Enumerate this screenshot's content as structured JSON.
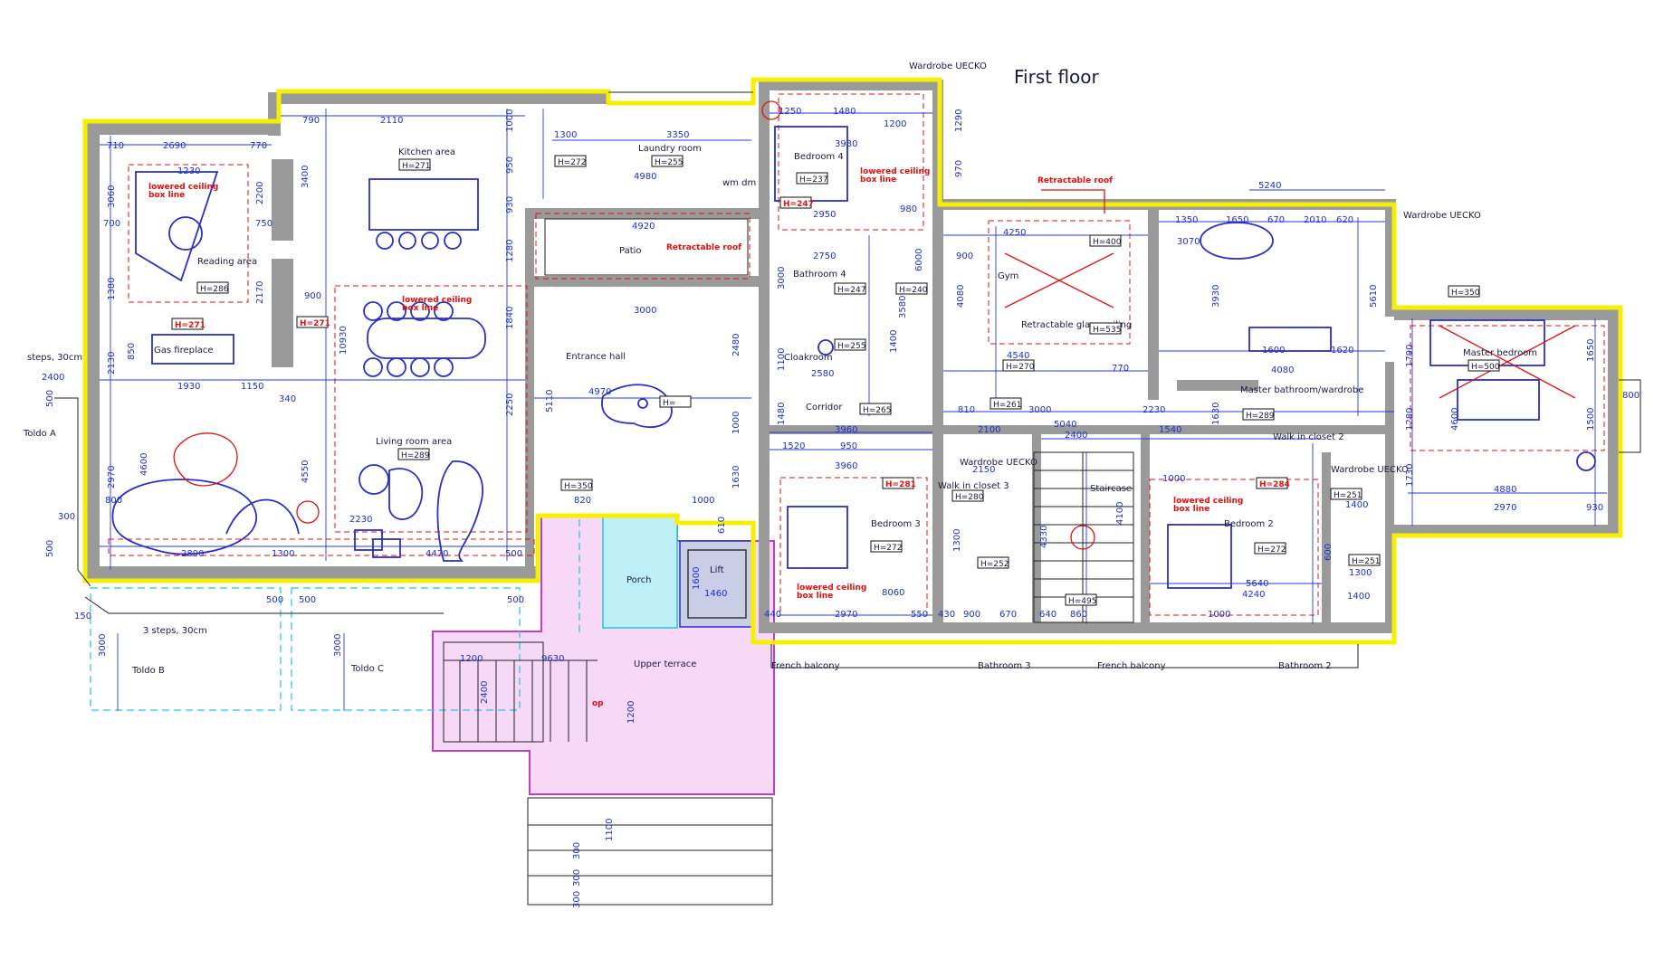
{
  "title": "First floor",
  "rooms": {
    "kitchen": "Kitchen area",
    "laundry": "Laundry room",
    "reading": "Reading area",
    "patio": "Patio",
    "entrance": "Entrance hall",
    "gas_fireplace": "Gas fireplace",
    "living": "Living room area",
    "porch": "Porch",
    "lift": "Lift",
    "upper_terrace": "Upper terrace",
    "bedroom4": "Bedroom 4",
    "bathroom4": "Bathroom 4",
    "cloakroom": "Cloakroom",
    "corridor": "Corridor",
    "bedroom3": "Bedroom 3",
    "walk_in_3": "Walk in closet 3",
    "staircase": "Staircase",
    "bedroom2": "Bedroom 2",
    "gym": "Gym",
    "retractable_glass": "Retractable glass ceiling",
    "master_bath": "Master bathroom/wardrobe",
    "walk_in_2": "Walk in closet 2",
    "master_bed": "Master bedroom",
    "wardrobe_uecko": "Wardrobe UECKO",
    "french_balcony": "French balcony",
    "bathroom3": "Bathroom 3",
    "bathroom2": "Bathroom 2",
    "toldo_a": "Toldo A",
    "toldo_b": "Toldo B",
    "toldo_c": "Toldo C",
    "steps_30": "steps, 30cm",
    "steps3_30": "3 steps, 30cm",
    "retractable_roof": "Retractable roof",
    "lowered_ceiling": "lowered ceiling",
    "box_line": "box line",
    "wm_dm": "wm dm",
    "op": "op"
  },
  "heights": {
    "kitchen": "H=271",
    "laundry": "H=255",
    "wc1": "H=272",
    "reading": "H=286",
    "fireplace": "H=271",
    "dining": "H=271",
    "entrance": "H=350",
    "entrance2": "H=",
    "living": "H=289",
    "bed4": "H=237",
    "bed4b": "H=247",
    "bath4": "H=247",
    "bath4b": "H=240",
    "cloak": "H=255",
    "corridor": "H=265",
    "bed3": "H=281",
    "bed3b": "H=272",
    "walk3": "H=280",
    "bath3": "H=252",
    "stair": "H=495",
    "gym": "H=400",
    "gym2": "H=535",
    "gym3": "H=270",
    "gym4": "H=261",
    "masterbath": "H=289",
    "bed2": "H=284",
    "bed2b": "H=272",
    "walk2": "H=251",
    "bath2": "H=251",
    "master": "H=500",
    "masterx": "H=350"
  },
  "dims": {
    "d2110": "2110",
    "d790": "790",
    "d710": "710",
    "d2690": "2690",
    "d770": "770",
    "d1230": "1230",
    "d3060": "3060",
    "d700": "700",
    "d750": "750",
    "d2200": "2200",
    "d3400": "3400",
    "d1380": "1380",
    "d850": "850",
    "d2130": "2130",
    "d1930": "1930",
    "d1150": "1150",
    "d340": "340",
    "d900": "900",
    "d10930": "10930",
    "d2170": "2170",
    "d4600": "4600",
    "d2970": "2970",
    "d800": "800",
    "d2890": "2890",
    "d1300": "1300",
    "d4550": "4550",
    "d2230": "2230",
    "d4470": "4470",
    "d500": "500",
    "d3350": "3350",
    "d4980": "4980",
    "d4920": "4920",
    "d1000": "1000",
    "d950": "950",
    "d930": "930",
    "d1280": "1280",
    "d1840": "1840",
    "d2250": "2250",
    "d5110": "5110",
    "d3000": "3000",
    "d4970": "4970",
    "d2480": "2480",
    "d1630": "1630",
    "d820": "820",
    "d610": "610",
    "d1460": "1460",
    "d1600": "1600",
    "d9630": "9630",
    "d1200": "1200",
    "d2400": "2400",
    "d1250": "1250",
    "d1480": "1480",
    "d3930": "3930",
    "d2950": "2950",
    "d980": "980",
    "d1290": "1290",
    "d970": "970",
    "d2750": "2750",
    "d6000": "6000",
    "d3580": "3580",
    "d2580": "2580",
    "d1100": "1100",
    "d3960": "3960",
    "d1520": "1520",
    "d8060": "8060",
    "d440": "440",
    "d550": "550",
    "d430": "430",
    "d4250": "4250",
    "d4540": "4540",
    "d5240": "5240",
    "d1350": "1350",
    "d3070": "3070",
    "d1650": "1650",
    "d670": "670",
    "d2010": "2010",
    "d620": "620",
    "d4080": "4080",
    "d1620": "1620",
    "d5610": "5610",
    "d2100": "2100",
    "d5040": "5040",
    "d1540": "1540",
    "d2150": "2150",
    "d4100": "4100",
    "d4330": "4330",
    "d5640": "5640",
    "d4240": "4240",
    "d860": "860",
    "d4880": "4880",
    "d1790": "1790",
    "d1500": "1500",
    "d1730": "1730",
    "d600": "600",
    "d300": "300",
    "d150": "150",
    "d1400": "1400",
    "d640": "640",
    "d810": "810"
  },
  "colors": {
    "boundary": "#f6f000",
    "dimension": "#1d2fd1",
    "annotation": "#e01010",
    "wall": "#9a9a9a",
    "porch_fill": "#bfeff6",
    "terrace_fill": "#f7d9f7",
    "lift_fill": "#c9cde6"
  }
}
